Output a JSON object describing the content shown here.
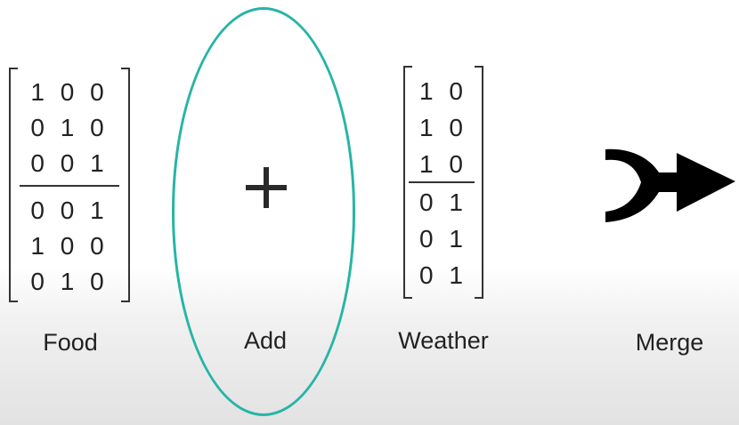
{
  "food": {
    "label": "Food",
    "rows": [
      "1 0 0",
      "0 1 0",
      "0 0 1",
      "0 0 1",
      "1 0 0",
      "0 1 0"
    ]
  },
  "add": {
    "label": "Add",
    "symbol": "+"
  },
  "weather": {
    "label": "Weather",
    "rows": [
      "1 0",
      "1 0",
      "1 0",
      "0 1",
      "0 1",
      "0 1"
    ]
  },
  "merge": {
    "label": "Merge"
  },
  "colors": {
    "ellipse": "#25b5a5",
    "text": "#222222"
  }
}
